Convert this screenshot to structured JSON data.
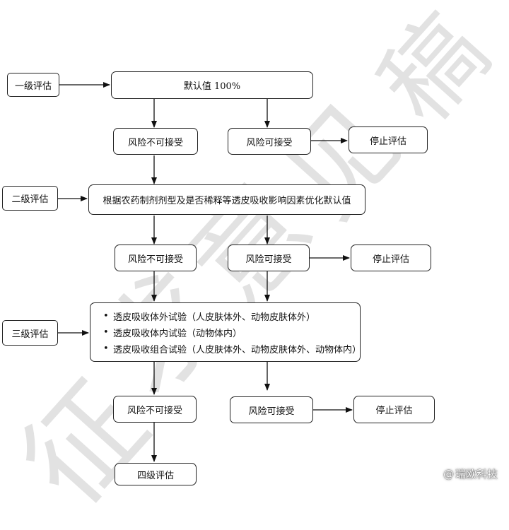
{
  "watermark": {
    "chars": [
      "征",
      "求",
      "意",
      "见",
      "稿"
    ]
  },
  "level1": {
    "label": "一级评估",
    "main": "默认值 100%",
    "risk_unacceptable": "风险不可接受",
    "risk_acceptable": "风险可接受",
    "stop": "停止评估"
  },
  "level2": {
    "label": "二级评估",
    "main": "根据农药制剂剂型及是否稀释等透皮吸收影响因素优化默认值",
    "risk_unacceptable": "风险不可接受",
    "risk_acceptable": "风险可接受",
    "stop": "停止评估"
  },
  "level3": {
    "label": "三级评估",
    "items": [
      "透皮吸收体外试验（人皮肤体外、动物皮肤体外）",
      "透皮吸收体内试验（动物体内）",
      "透皮吸收组合试验（人皮肤体外、动物皮肤体外、动物体内）"
    ],
    "bullet": "•",
    "risk_unacceptable": "风险不可接受",
    "risk_acceptable": "风险可接受",
    "stop": "停止评估"
  },
  "level4": {
    "label": "四级评估"
  },
  "brand": {
    "icon": "@",
    "text": "瑞欧科技"
  }
}
